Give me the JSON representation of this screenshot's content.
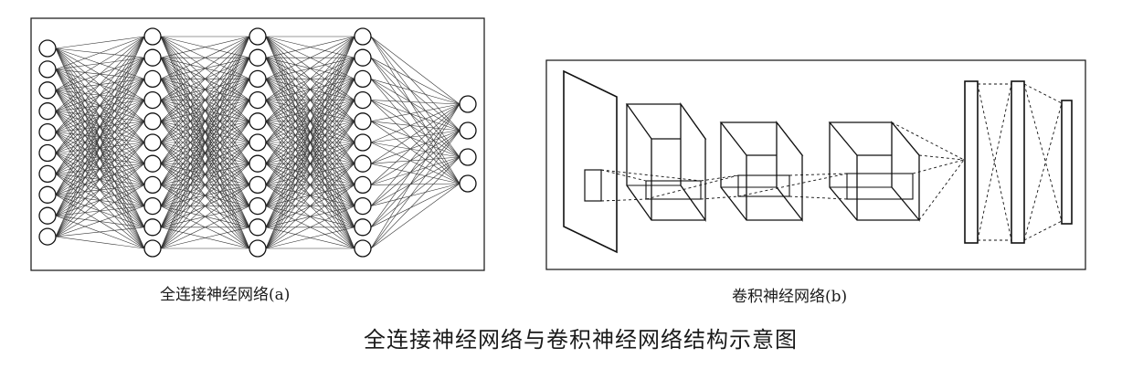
{
  "figure": {
    "title": "全连接神经网络与卷积神经网络结构示意图",
    "panel_a": {
      "caption": "全连接神经网络(a)",
      "layer_neuron_counts": [
        10,
        11,
        11,
        11,
        4
      ]
    },
    "panel_b": {
      "caption": "卷积神经网络(b)",
      "conv_blocks": 3,
      "dense_columns": 3
    }
  },
  "colors": {
    "stroke": "#1a1a1a",
    "background": "#ffffff"
  }
}
